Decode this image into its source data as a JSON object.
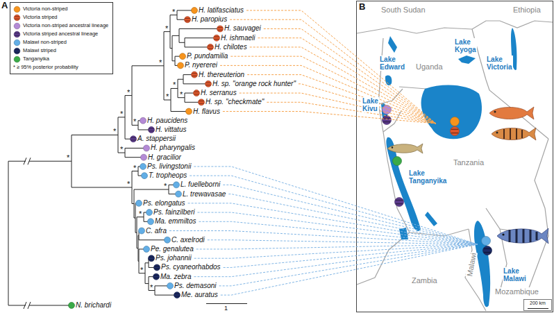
{
  "diagram": {
    "labels": [
      "H. latifasciatus",
      "H. paropius",
      "H. sauvagei",
      "H. ishmaeli",
      "H. chilotes",
      "P. pundamilia",
      "P. nyererei",
      "H. thereuterion",
      "H. sp. \"orange rock hunter\"",
      "H. serranus",
      "H. sp. \"checkmate\"",
      "H. flavus",
      "H. paucidens",
      "H. vittatus",
      "A. stappersii",
      "H. pharyngalis",
      "H. gracilior",
      "Ps. livingstonii",
      "T. tropheops",
      "L. fuelleborni",
      "L. trewavasae",
      "Ps. elongatus",
      "Ps. fainzilberi",
      "Ma. emmiltos",
      "C. afra",
      "C. axelrodi",
      "Pe. genalutea",
      "Ps. johannii",
      "Ps. cyaneorhabdos",
      "Ma. zebra",
      "Ps. demasoni",
      "Me. auratus",
      "N. brichardi",
      "A",
      "B",
      "1",
      "South Sudan",
      "Ethiopia",
      "Uganda",
      "Lake Kyoga",
      "Lake Victoria",
      "Lake Edward",
      "Lake Kivu",
      "Tanzania",
      "Lake Tanganyika",
      "Lake Malawi",
      "Malawi",
      "Zambia",
      "Mozambique",
      "200 km",
      "*",
      "*",
      "*",
      "*",
      "*",
      "*",
      "*",
      "*",
      "*",
      "*",
      "*",
      "*",
      "*",
      "*",
      "*",
      "*",
      "*",
      "*"
    ],
    "legend": [
      {
        "text": "Victoria non-striped",
        "color": "#f7941d"
      },
      {
        "text": "Victoria striped",
        "color": "#e0572b"
      },
      {
        "text": "Victoria non-striped ancestral lineage",
        "color": "#b48ad6"
      },
      {
        "text": "Victoria striped ancestral lineage",
        "color": "#5c3b8c"
      },
      {
        "text": "Malawi non-striped",
        "color": "#62aee6"
      },
      {
        "text": "Malawi striped",
        "color": "#1d2b66"
      },
      {
        "text": "Tanganyika",
        "color": "#3aaa48"
      },
      {
        "text": "* ≥ 95% posterior probability"
      }
    ]
  }
}
